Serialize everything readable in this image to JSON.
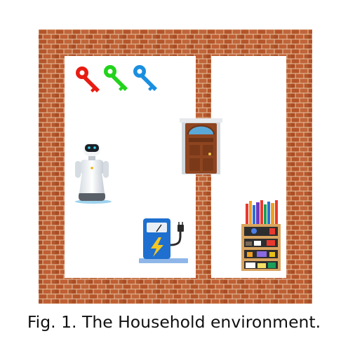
{
  "figure": {
    "caption": "Fig. 1. The Household environment."
  },
  "scene": {
    "wall_color": "#b65a2c",
    "mortar_color": "#e9c8a8",
    "floor_color": "#ffffff",
    "rooms": [
      "left-room",
      "right-room"
    ],
    "objects": [
      {
        "name": "key",
        "color": "#e81c12"
      },
      {
        "name": "key",
        "color": "#22d31c"
      },
      {
        "name": "key",
        "color": "#1a8fe0"
      },
      {
        "name": "robot",
        "icon": "robot-icon"
      },
      {
        "name": "door",
        "icon": "door-icon"
      },
      {
        "name": "charging-station",
        "icon": "charging-station-icon"
      },
      {
        "name": "bookshelf",
        "icon": "bookshelf-icon"
      }
    ]
  }
}
